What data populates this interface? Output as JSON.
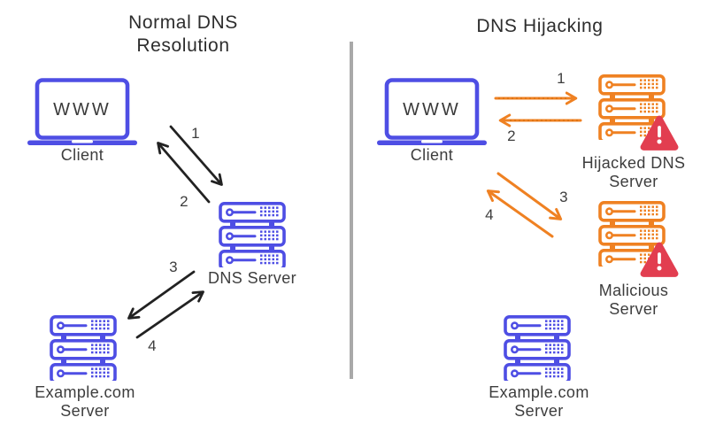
{
  "colors": {
    "blue": "#4e4ee4",
    "orange": "#ef8122",
    "orange-dark": "#d9700f",
    "red": "#e23e50",
    "text": "#3d3d3d",
    "title": "#2d2d2d",
    "divider": "#a9a9a9",
    "arrow_black": "#222222",
    "bg": "#ffffff"
  },
  "left": {
    "title_line1": "Normal DNS",
    "title_line2": "Resolution",
    "client": {
      "screen_text": "WWW",
      "label": "Client"
    },
    "dns_server_label": "DNS Server",
    "example_server_label_line1": "Example.com",
    "example_server_label_line2": "Server",
    "steps": [
      "1",
      "2",
      "3",
      "4"
    ]
  },
  "right": {
    "title": "DNS Hijacking",
    "client": {
      "screen_text": "WWW",
      "label": "Client"
    },
    "hijacked_label_line1": "Hijacked DNS",
    "hijacked_label_line2": "Server",
    "malicious_label_line1": "Malicious",
    "malicious_label_line2": "Server",
    "example_server_label_line1": "Example.com",
    "example_server_label_line2": "Server",
    "steps": [
      "1",
      "2",
      "3",
      "4"
    ]
  },
  "icons": {
    "laptop": "laptop-icon",
    "server": "server-rack-icon",
    "warning": "warning-triangle-icon"
  }
}
